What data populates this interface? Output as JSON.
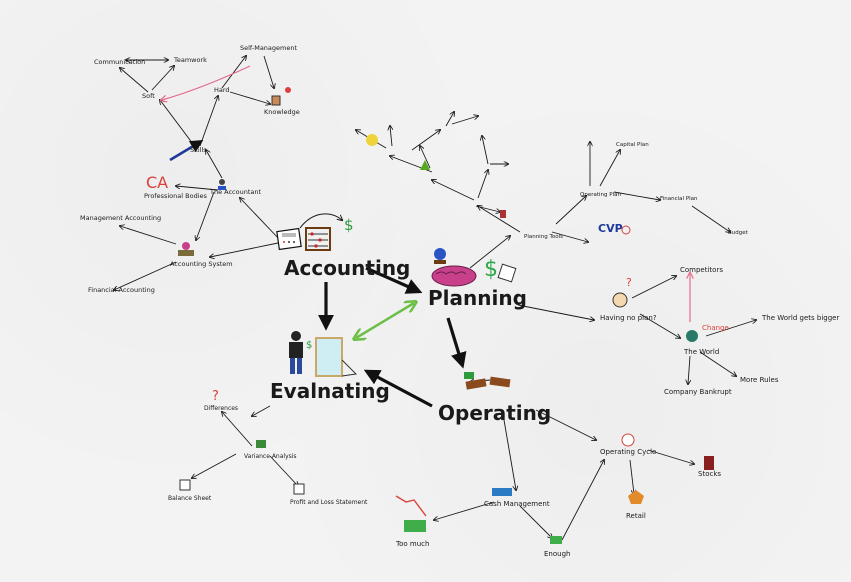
{
  "central": {
    "accounting": "Accounting",
    "planning": "Planning",
    "evaluating": "Evalnating",
    "operating": "Operating"
  },
  "accountant": {
    "the_accountant": "The Accountant",
    "skills": "Skills",
    "soft": "Soft",
    "hard": "Hard",
    "communication": "Communication",
    "teamwork": "Teamwork",
    "self_management": "Self-Management",
    "knowledge": "Knowledge",
    "professional_bodies": "Professional Bodies",
    "ca_logo": "CA",
    "accounting_system": "Accounting System",
    "management_accounting": "Management Accounting",
    "financial_accounting": "Financial Accounting"
  },
  "planning": {
    "having_a_plan": "Having no plan?",
    "competitors": "Competitors",
    "the_world": "The World",
    "the_world_gets_bigger": "The World gets bigger",
    "change": "Change",
    "more_rules": "More Rules",
    "company_bankrupt": "Company Bankrupt",
    "cvp": "CVP",
    "planning_tools": "Planning Tools",
    "operating_plan": "Operating Plan",
    "financial_plan": "Financial Plan",
    "budget": "Budget",
    "capital_plan": "Capital Plan"
  },
  "evaluating": {
    "differences": "Differences",
    "variance_analysis": "Variance Analysis",
    "balance_sheet": "Balance Sheet",
    "profit_and_loss": "Profit and Loss Statement"
  },
  "operating": {
    "cash_management": "Cash Management",
    "too_much": "Too much",
    "enough": "Enough",
    "operating_cycle": "Operating Cycle",
    "stocks": "Stocks",
    "retail": "Retail"
  },
  "colors": {
    "ink": "#1a1a1a",
    "green": "#6cbf45",
    "red": "#d9413a",
    "blue": "#1e3a9a",
    "pink": "#e46a8a"
  }
}
